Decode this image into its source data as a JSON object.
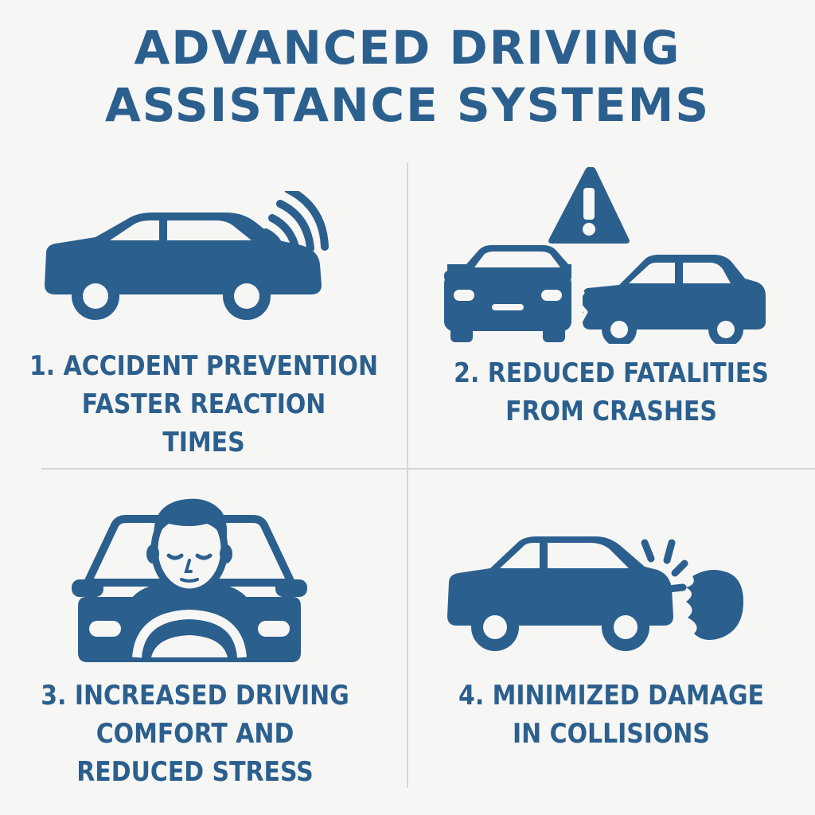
{
  "title": {
    "line1": "ADVANCED DRIVING",
    "line2": "ASSISTANCE SYSTEMS"
  },
  "accent_color": "#2b5f8e",
  "benefits": [
    {
      "icon": "car-sensor-waves-icon",
      "lines": [
        "1. ACCIDENT PREVENTION",
        "FASTER REACTION",
        "TIMES"
      ]
    },
    {
      "icon": "car-collision-warning-icon",
      "lines": [
        "2. REDUCED FATALITIES",
        "FROM CRASHES"
      ]
    },
    {
      "icon": "relaxed-driver-icon",
      "lines": [
        "3. INCREASED DRIVING",
        "COMFORT AND",
        "REDUCED STRESS"
      ]
    },
    {
      "icon": "car-impact-icon",
      "lines": [
        "4. MINIMIZED DAMAGE",
        "IN COLLISIONS"
      ]
    }
  ]
}
